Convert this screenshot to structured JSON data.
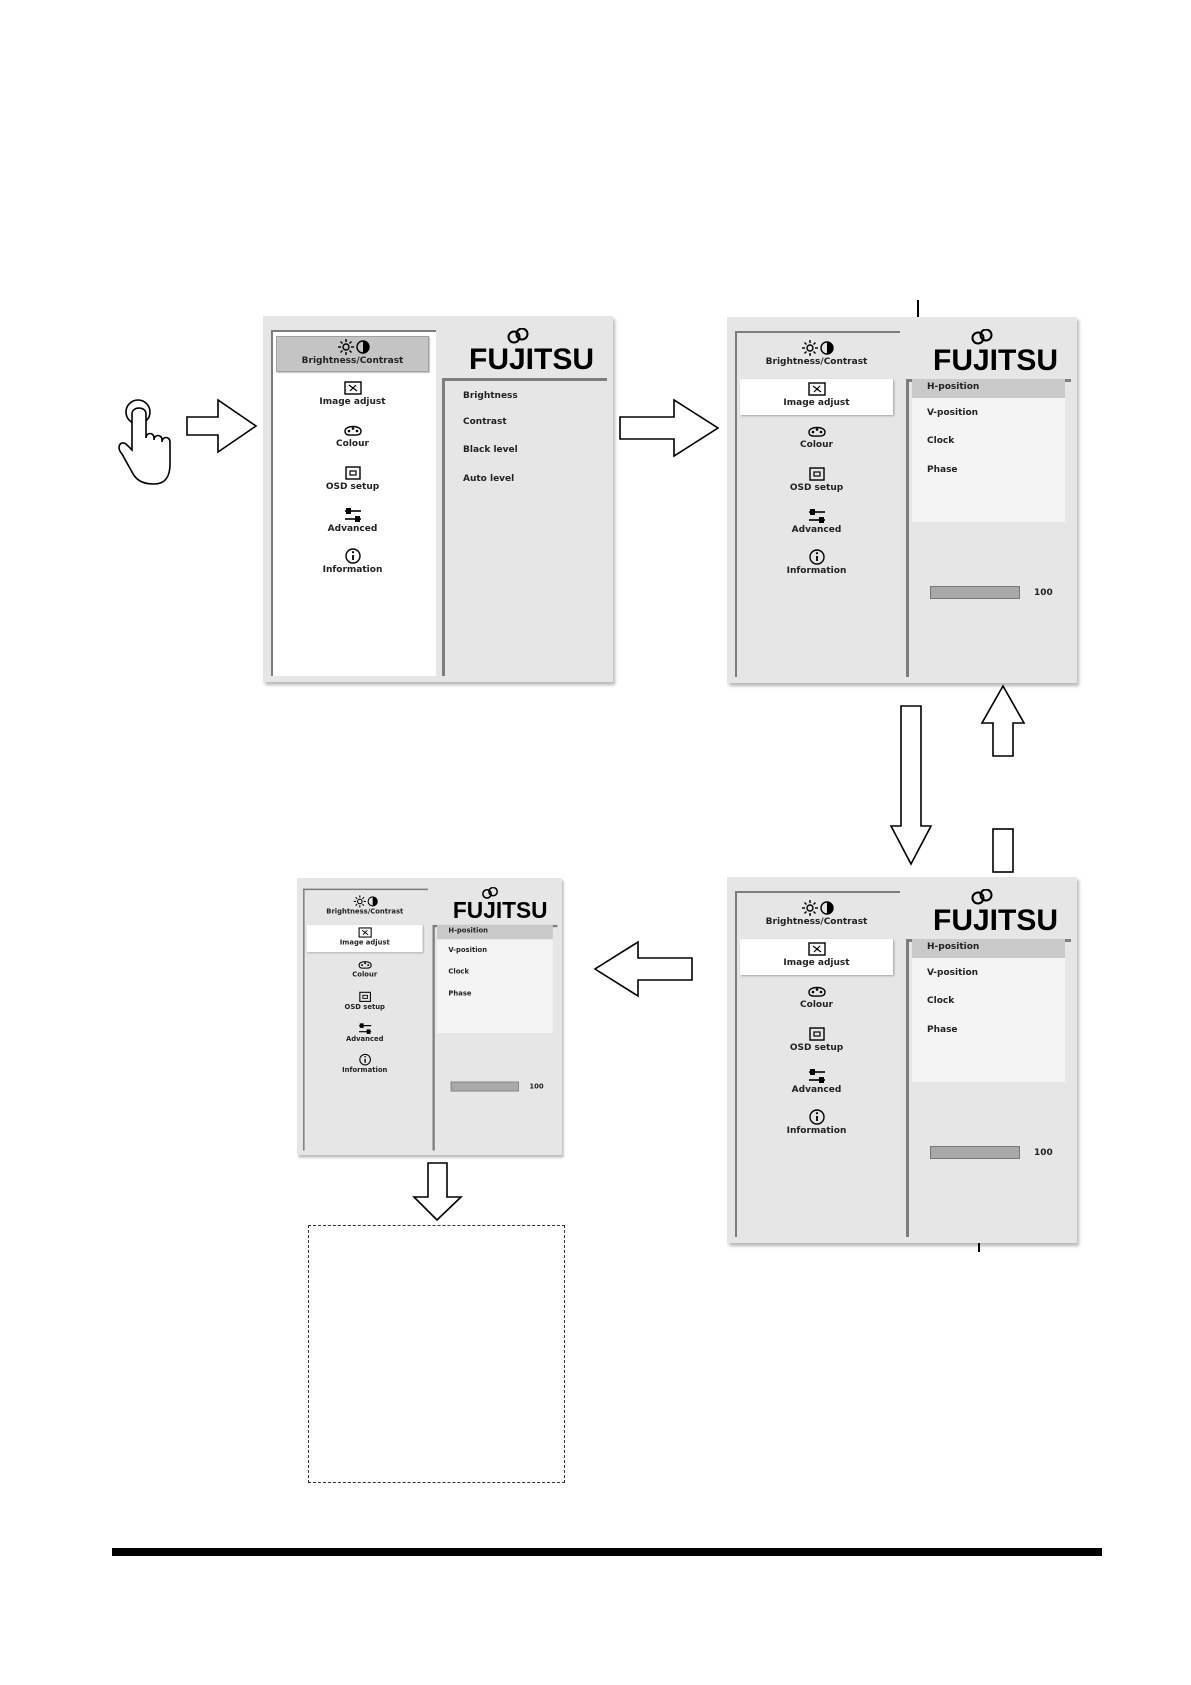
{
  "brand": "FUJITSU",
  "main_menu": [
    {
      "id": "brightness",
      "label": "Brightness/Contrast",
      "icon": "brightness-contrast-icon"
    },
    {
      "id": "image",
      "label": "Image adjust",
      "icon": "image-adjust-icon"
    },
    {
      "id": "colour",
      "label": "Colour",
      "icon": "colour-palette-icon"
    },
    {
      "id": "osd",
      "label": "OSD setup",
      "icon": "osd-setup-icon"
    },
    {
      "id": "advanced",
      "label": "Advanced",
      "icon": "advanced-sliders-icon"
    },
    {
      "id": "info",
      "label": "Information",
      "icon": "information-icon"
    }
  ],
  "brightness_submenu": [
    "Brightness",
    "Contrast",
    "Black level",
    "Auto level"
  ],
  "image_submenu": [
    "H-position",
    "V-position",
    "Clock",
    "Phase"
  ],
  "bar_value": "100",
  "bar_level": 1.0,
  "colors": {
    "frame": "#e6e6e6",
    "selection_dark": "#c4c4c4",
    "bar": "#a9a9a9",
    "divider": "#7d7d7d"
  }
}
